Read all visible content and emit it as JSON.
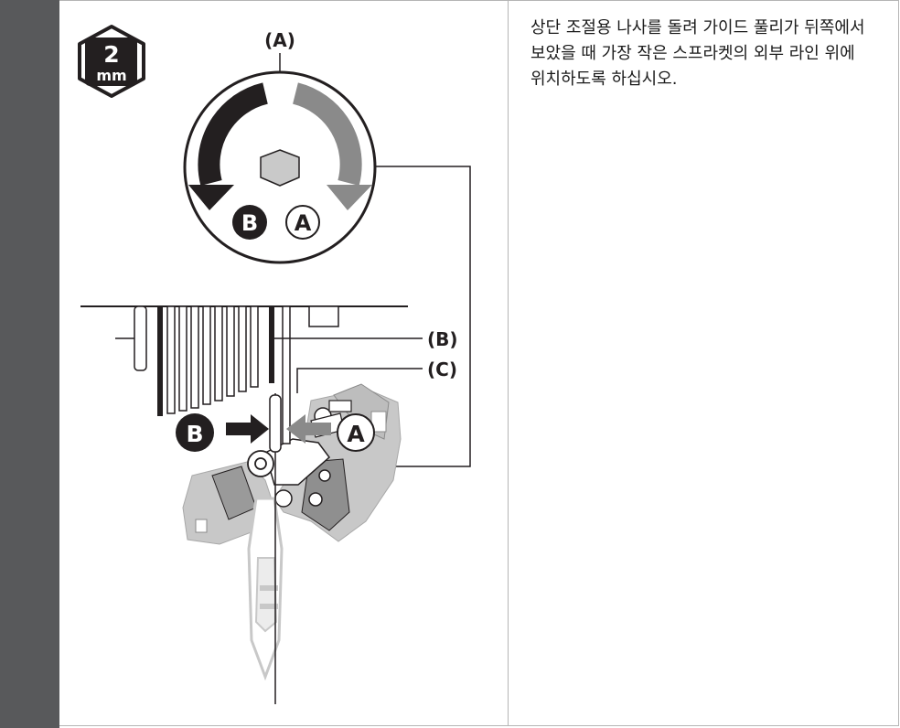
{
  "tool_badge": {
    "size_number": "2",
    "unit": "mm"
  },
  "labels": {
    "screw_label": "(A)",
    "guide_pulley_label": "(B)",
    "outer_line_label": "(C)",
    "direction_a": "A",
    "direction_b": "B"
  },
  "instruction": {
    "text": "상단 조절용 나사를 돌려 가이드 풀리가 뒤쪽에서 보았을 때 가장 작은 스프라켓의 외부 라인 위에 위치하도록 하십시오."
  },
  "colors": {
    "sidebar": "#58595b",
    "border": "#b5b5b5",
    "black": "#231f20",
    "gray_arrow": "#8a8a8a",
    "derailleur_fill": "#c8c8c8"
  }
}
